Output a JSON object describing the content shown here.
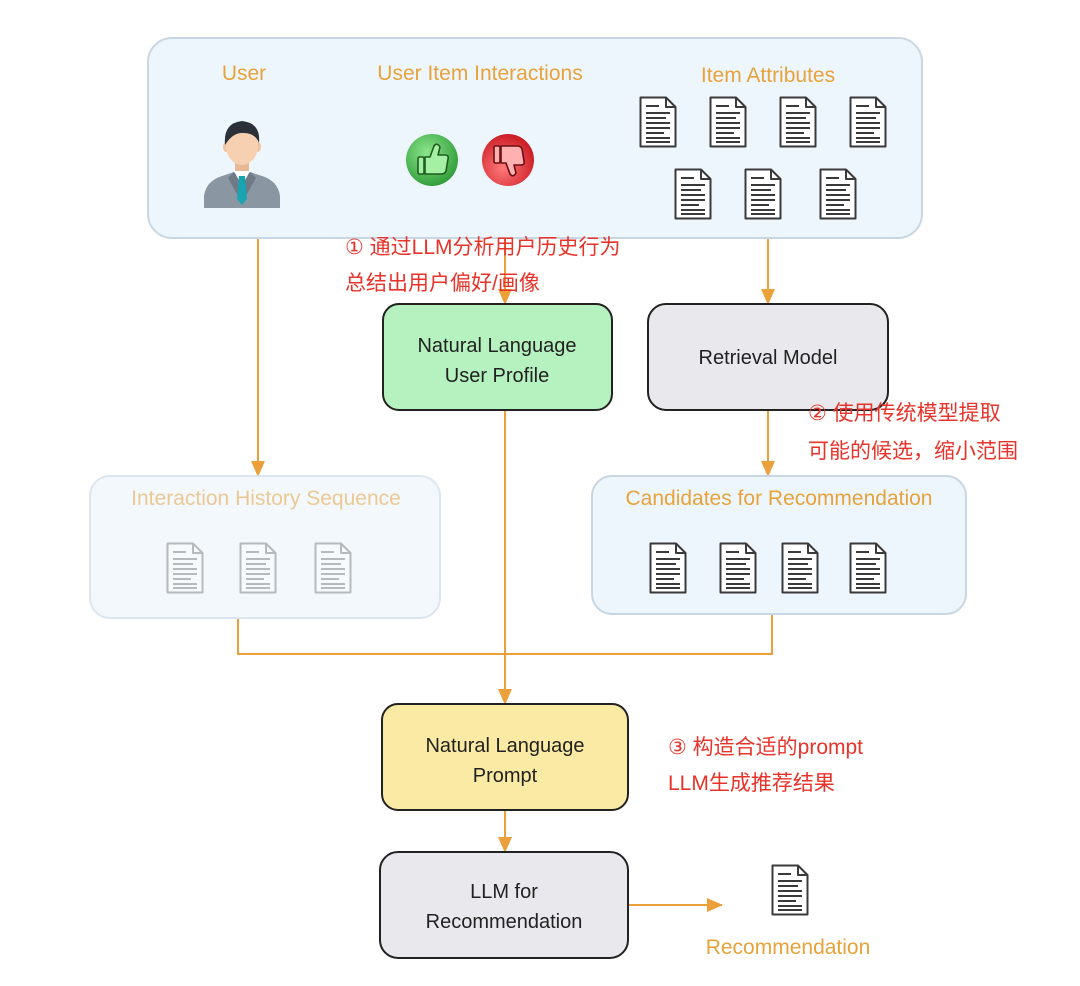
{
  "input_panel": {
    "user_label": "User",
    "interactions_label": "User Item Interactions",
    "attributes_label": "Item Attributes",
    "icons": [
      "user-avatar-icon",
      "thumbs-up-icon",
      "thumbs-down-icon",
      "document-icon"
    ]
  },
  "annotations": {
    "step1": {
      "line1": "① 通过LLM分析用户历史行为",
      "line2": "总结出用户偏好/画像"
    },
    "step2": {
      "line1": "② 使用传统模型提取",
      "line2": "可能的候选，缩小范围"
    },
    "step3": {
      "line1": "③ 构造合适的prompt",
      "line2": "LLM生成推荐结果"
    }
  },
  "nodes": {
    "user_profile": {
      "line1": "Natural Language",
      "line2": "User Profile"
    },
    "retrieval_model": {
      "label": "Retrieval Model"
    },
    "history": {
      "title": "Interaction History Sequence"
    },
    "candidates": {
      "title": "Candidates for Recommendation"
    },
    "prompt": {
      "line1": "Natural Language",
      "line2": "Prompt"
    },
    "llm": {
      "line1": "LLM for",
      "line2": "Recommendation"
    },
    "output": {
      "label": "Recommendation"
    }
  },
  "colors": {
    "label_orange": "#E8A23A",
    "annotation_red": "#E8332A",
    "flow_line": "#EBA03A",
    "panel_fill": "#EEF6FD",
    "profile_green": "#B6F2BF",
    "prompt_yellow": "#FBEAA3",
    "model_gray": "#E9E9ED"
  }
}
